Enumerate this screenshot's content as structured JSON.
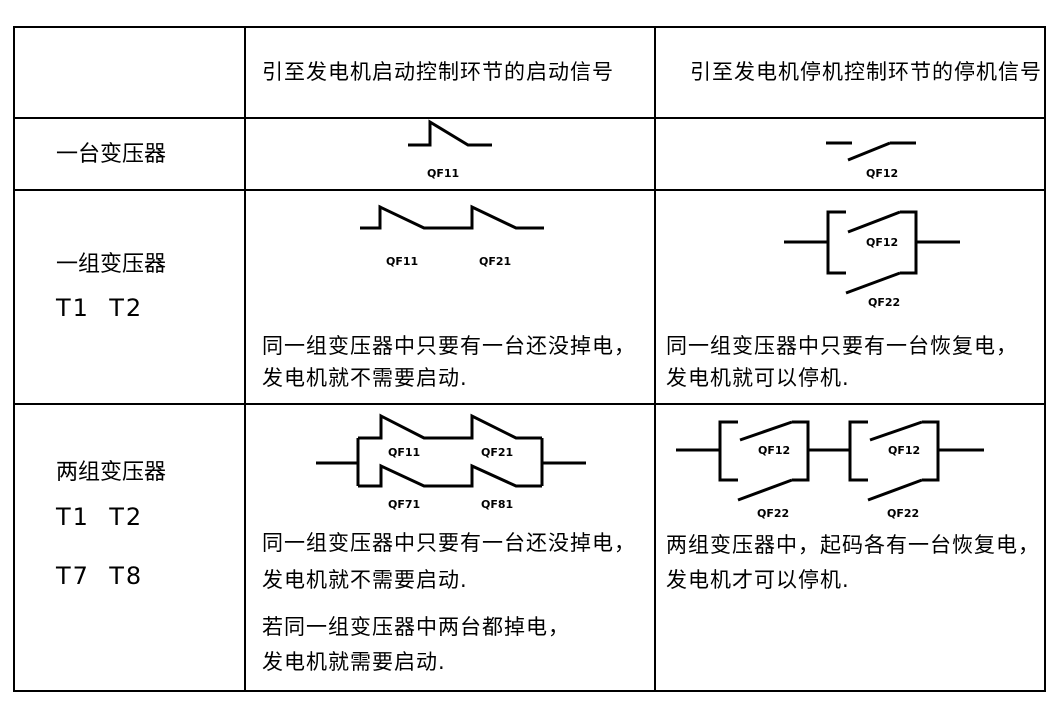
{
  "header": {
    "col_start": "引至发电机启动控制环节的启动信号",
    "col_stop": "引至发电机停机控制环节的停机信号"
  },
  "rows": [
    {
      "label": "一台变压器",
      "tags": [],
      "start_breakers": [
        "QF11"
      ],
      "stop_breakers": [
        "QF12"
      ],
      "start_note": [],
      "stop_note": []
    },
    {
      "label": "一组变压器",
      "tags": [
        "T1  T2"
      ],
      "start_breakers": [
        "QF11",
        "QF21"
      ],
      "stop_breakers": [
        "QF12",
        "QF22"
      ],
      "start_note": [
        "同一组变压器中只要有一台还没掉电，",
        "发电机就不需要启动."
      ],
      "stop_note": [
        "同一组变压器中只要有一台恢复电，",
        "发电机就可以停机."
      ]
    },
    {
      "label": "两组变压器",
      "tags": [
        "T1  T2",
        "T7  T8"
      ],
      "start_breakers": [
        "QF11",
        "QF21",
        "QF71",
        "QF81"
      ],
      "stop_breakers": [
        "QF12",
        "QF22",
        "QF12",
        "QF22"
      ],
      "start_note": [
        "同一组变压器中只要有一台还没掉电，",
        "发电机就不需要启动.",
        "若同一组变压器中两台都掉电，",
        "发电机就需要启动."
      ],
      "stop_note": [
        "两组变压器中，起码各有一台恢复电，",
        "发电机才可以停机."
      ]
    }
  ]
}
